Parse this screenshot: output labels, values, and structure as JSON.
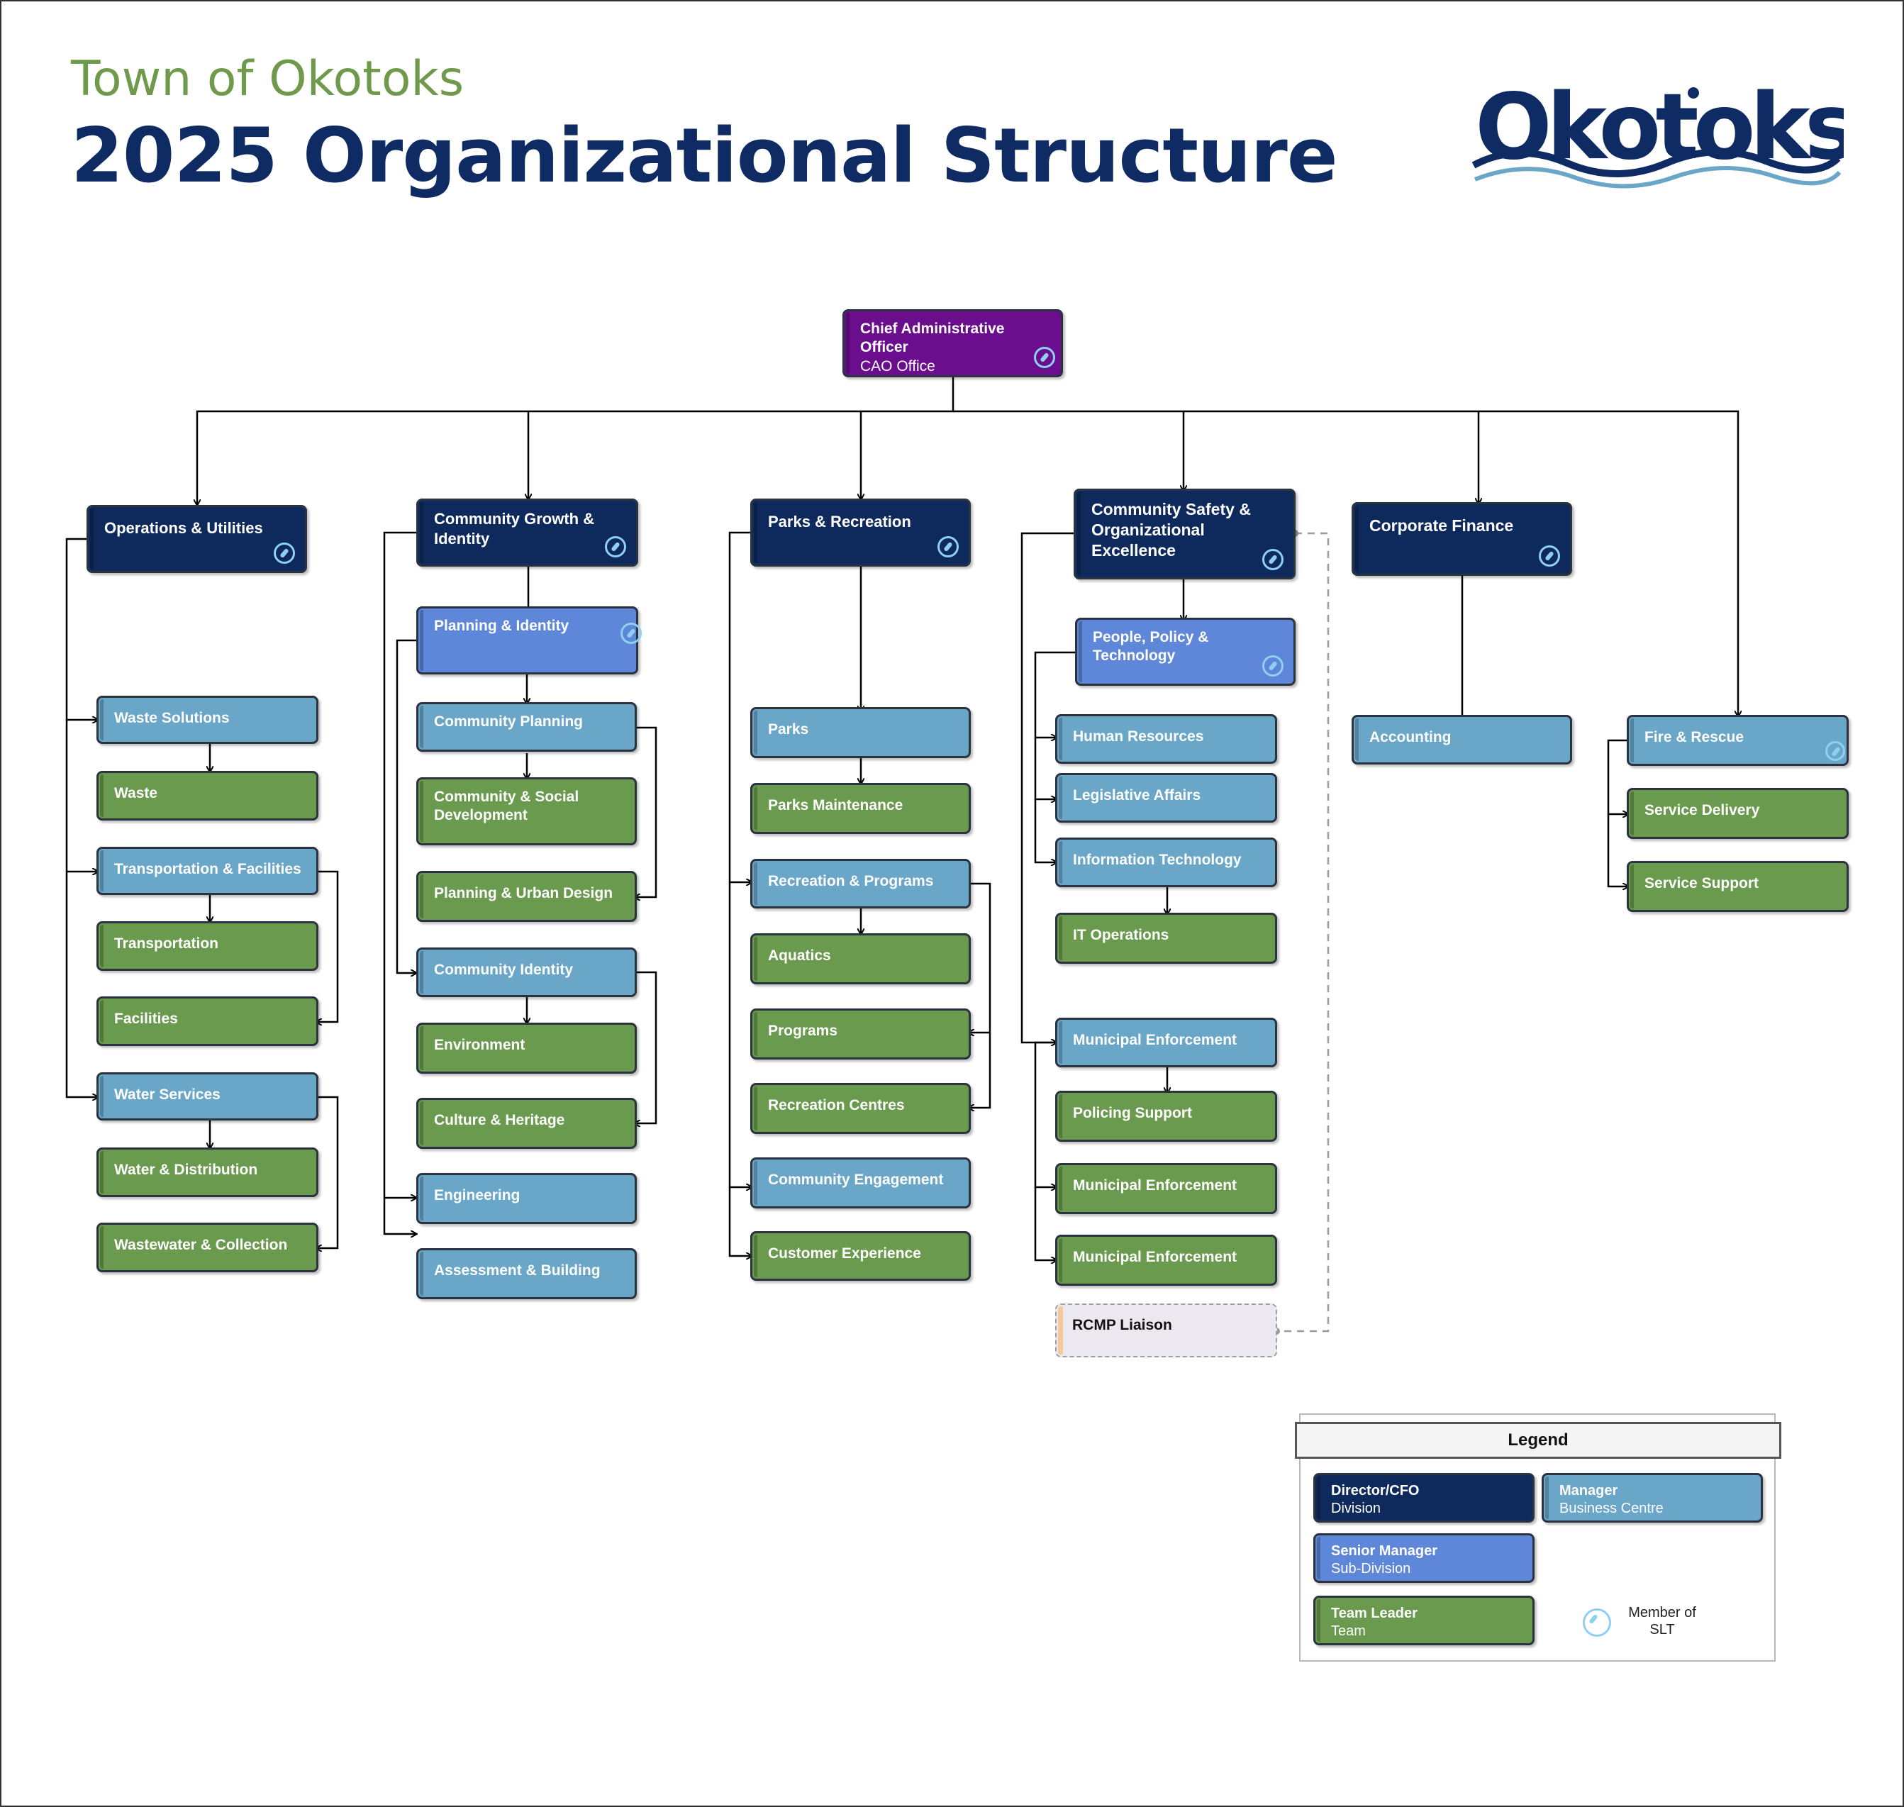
{
  "header": {
    "subtitle": "Town of Okotoks",
    "title": "2025 Organizational Structure"
  },
  "logo": {
    "text": "Okotoks",
    "colors": {
      "text": "#0f2b63",
      "wave": "#6aa6c8"
    }
  },
  "colors": {
    "cao": "#6a0e8e",
    "director": "#0e2a5c",
    "senior_manager": "#5e86d9",
    "manager": "#6aa6c8",
    "team": "#6a9a4e",
    "liaison": "#ece8ef",
    "slt_icon": "#8fd0f2"
  },
  "icons": {
    "slt": "compass-icon"
  },
  "org": {
    "cao": {
      "title": "Chief Administrative Officer",
      "sub": "CAO Office",
      "slt": true
    },
    "divisions": [
      {
        "name": "Operations & Utilities",
        "slt": true,
        "units": [
          {
            "name": "Waste Solutions",
            "teams": [
              "Waste"
            ]
          },
          {
            "name": "Transportation & Facilities",
            "teams": [
              "Transportation",
              "Facilities"
            ]
          },
          {
            "name": "Water Services",
            "teams": [
              "Water & Distribution",
              "Wastewater & Collection"
            ]
          }
        ]
      },
      {
        "name": "Community Growth & Identity",
        "slt": true,
        "sub_divisions": [
          {
            "name": "Planning & Identity",
            "slt": true
          }
        ],
        "units": [
          {
            "name": "Community Planning",
            "teams": [
              "Community & Social Development",
              "Planning & Urban Design"
            ]
          },
          {
            "name": "Community Identity",
            "teams": [
              "Environment",
              "Culture & Heritage"
            ]
          },
          {
            "name": "Engineering",
            "teams": []
          },
          {
            "name": "Assessment & Building",
            "teams": []
          }
        ]
      },
      {
        "name": "Parks & Recreation",
        "slt": true,
        "units": [
          {
            "name": "Parks",
            "teams": [
              "Parks Maintenance"
            ]
          },
          {
            "name": "Recreation & Programs",
            "teams": [
              "Aquatics",
              "Programs",
              "Recreation Centres"
            ]
          },
          {
            "name": "Community Engagement",
            "teams": []
          },
          {
            "name": "Customer Experience",
            "teams": []
          }
        ]
      },
      {
        "name": "Community Safety & Organizational Excellence",
        "slt": true,
        "sub_divisions": [
          {
            "name": "People, Policy & Technology",
            "slt": true
          }
        ],
        "units": [
          {
            "name": "Human Resources",
            "teams": []
          },
          {
            "name": "Legislative Affairs",
            "teams": []
          },
          {
            "name": "Information Technology",
            "teams": [
              "IT Operations"
            ]
          },
          {
            "name": "Municipal Enforcement",
            "teams": [
              "Policing Support",
              "Municipal Enforcement",
              "Municipal Enforcement"
            ]
          }
        ],
        "liaison": "RCMP Liaison"
      },
      {
        "name": "Corporate Finance",
        "slt": true,
        "units": [
          {
            "name": "Accounting",
            "teams": []
          }
        ]
      },
      {
        "name": "Fire & Rescue",
        "is_manager": true,
        "slt": true,
        "units": [],
        "teams": [
          "Service Delivery",
          "Service Support"
        ]
      }
    ]
  },
  "legend": {
    "title": "Legend",
    "items": [
      {
        "role": "Director/CFO",
        "level": "Division"
      },
      {
        "role": "Manager",
        "level": "Business Centre"
      },
      {
        "role": "Senior Manager",
        "level": "Sub-Division"
      },
      {
        "role": "Team Leader",
        "level": "Team"
      }
    ],
    "slt_label": "Member of SLT"
  }
}
